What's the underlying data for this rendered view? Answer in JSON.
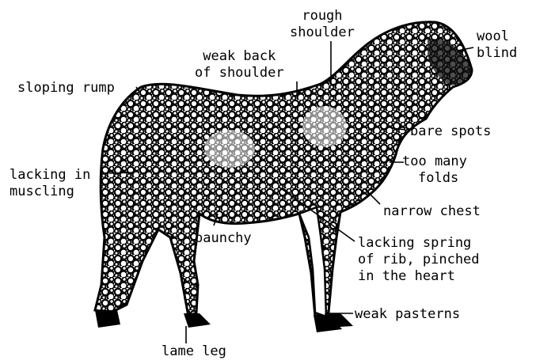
{
  "labels": {
    "rough_shoulder": [
      "rough",
      "shoulder"
    ],
    "wool_blind": [
      "wool",
      "blind"
    ],
    "weak_back_of_shoulder": [
      "weak back",
      "of shoulder"
    ],
    "sloping_rump": [
      "sloping rump"
    ],
    "bare_spots": [
      "bare spots"
    ],
    "too_many_folds": [
      "too many",
      "folds"
    ],
    "lacking_in_muscling": [
      "lacking in",
      "muscling"
    ],
    "narrow_chest": [
      "narrow chest"
    ],
    "paunchy": [
      "paunchy"
    ],
    "lacking_spring_of_rib": [
      "lacking spring",
      "of rib, pinched",
      "in the heart"
    ],
    "weak_pasterns": [
      "weak pasterns"
    ],
    "lame_leg": [
      "lame leg"
    ]
  },
  "colors": {
    "ink": "#000000",
    "paper": "#ffffff"
  }
}
